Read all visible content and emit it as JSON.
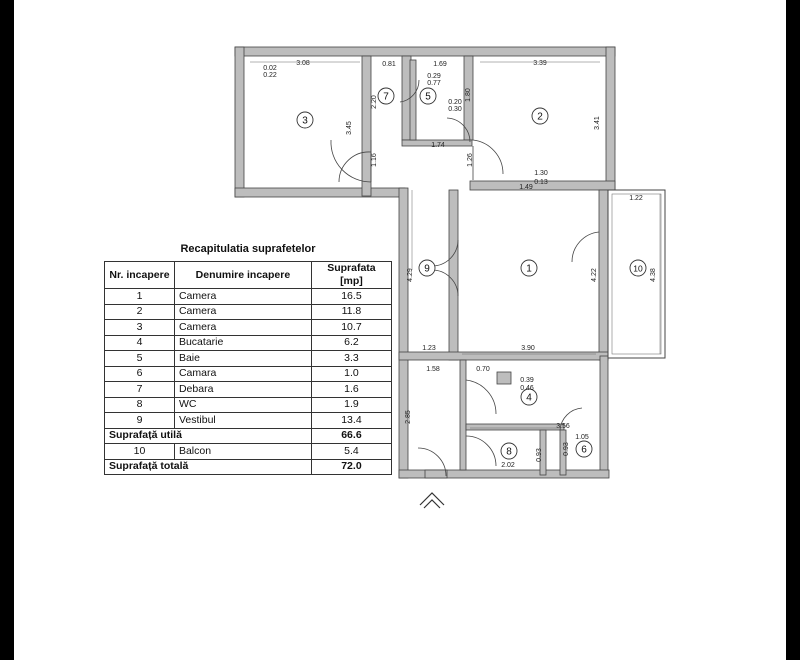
{
  "table": {
    "title": "Recapitulatia suprafetelor",
    "headers": {
      "nr": "Nr. incapere",
      "name": "Denumire incapere",
      "area": "Suprafata [mp]"
    },
    "rows": [
      {
        "nr": "1",
        "name": "Camera",
        "area": "16.5"
      },
      {
        "nr": "2",
        "name": "Camera",
        "area": "11.8"
      },
      {
        "nr": "3",
        "name": "Camera",
        "area": "10.7"
      },
      {
        "nr": "4",
        "name": "Bucatarie",
        "area": "6.2"
      },
      {
        "nr": "5",
        "name": "Baie",
        "area": "3.3"
      },
      {
        "nr": "6",
        "name": "Camara",
        "area": "1.0"
      },
      {
        "nr": "7",
        "name": "Debara",
        "area": "1.6"
      },
      {
        "nr": "8",
        "name": "WC",
        "area": "1.9"
      },
      {
        "nr": "9",
        "name": "Vestibul",
        "area": "13.4"
      }
    ],
    "util": {
      "label": "Suprafață utilă",
      "area": "66.6"
    },
    "balcony": {
      "nr": "10",
      "name": "Balcon",
      "area": "5.4"
    },
    "total": {
      "label": "Suprafață totală",
      "area": "72.0"
    }
  },
  "plan": {
    "room_numbers": [
      "1",
      "2",
      "3",
      "4",
      "5",
      "6",
      "7",
      "8",
      "9",
      "10"
    ],
    "dimensions": [
      "3.08",
      "0.02",
      "0.22",
      "0.81",
      "1.69",
      "3.39",
      "0.29",
      "0.77",
      "0.20",
      "0.30",
      "2.20",
      "3.45",
      "1.80",
      "3.41",
      "1.16",
      "1.74",
      "1.26",
      "1.30",
      "0.13",
      "1.49",
      "1.22",
      "4.29",
      "4.22",
      "4.38",
      "1.23",
      "3.90",
      "1.58",
      "0.70",
      "0.39",
      "0.46",
      "2.85",
      "3.56",
      "1.05",
      "0.93",
      "0.93",
      "2.02"
    ]
  }
}
